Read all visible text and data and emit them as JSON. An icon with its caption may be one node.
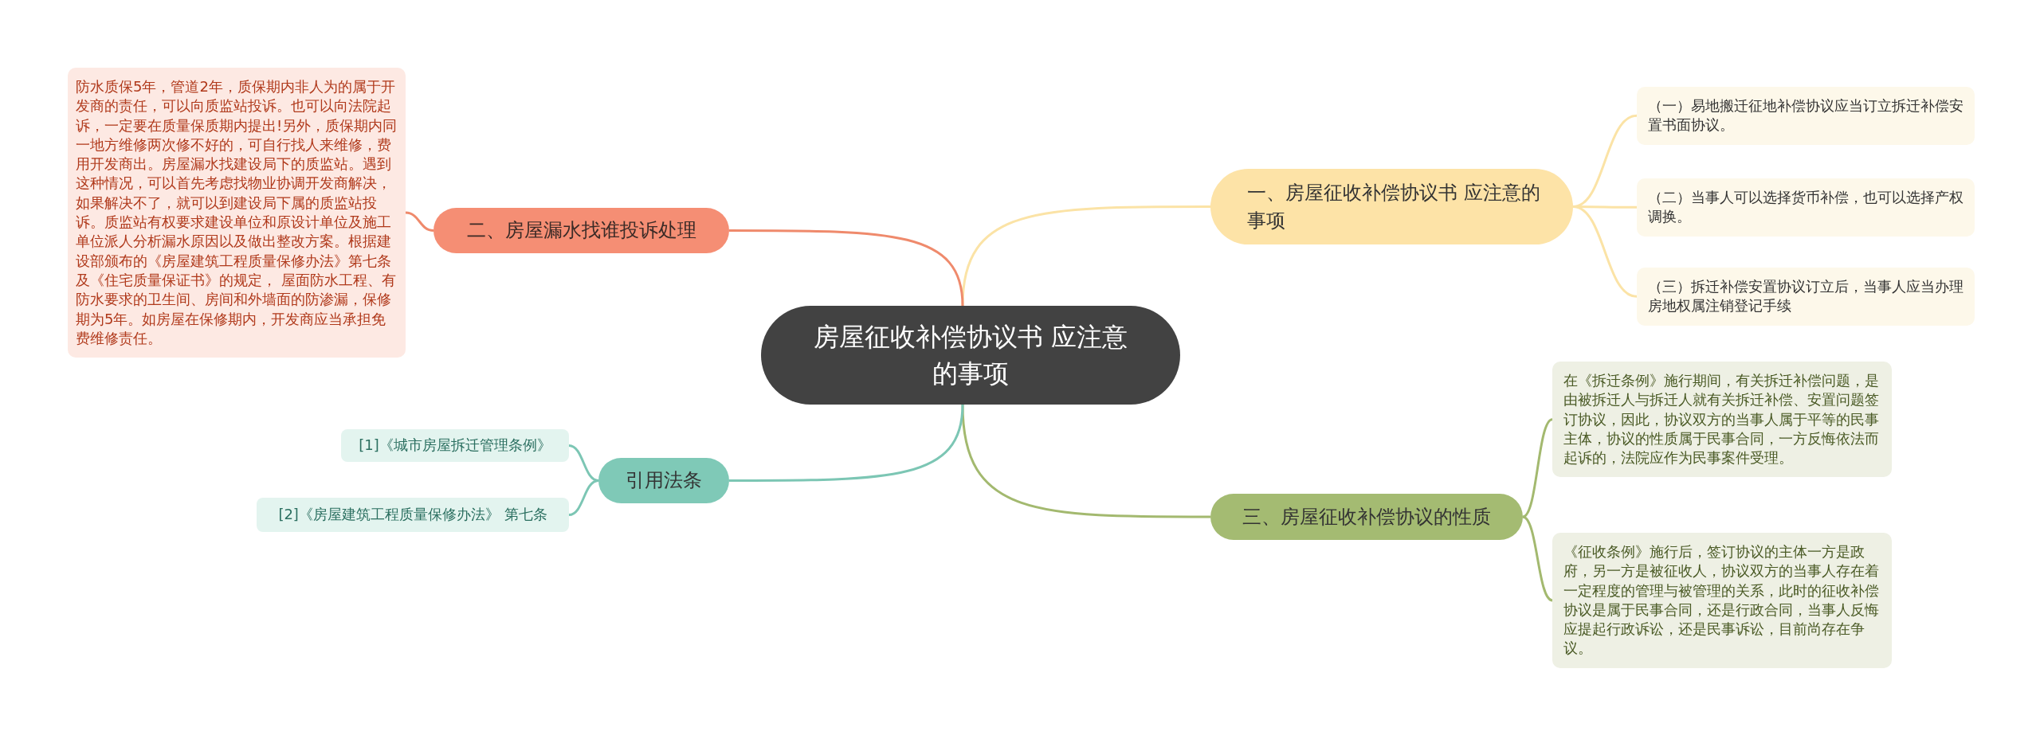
{
  "diagram": {
    "nodes": [
      {
        "text": [
          "房屋征收补偿协议书 应注意的事项"
        ]
      },
      {
        "text": [
          "一、房屋征收补偿协议书 应注意的事项"
        ]
      },
      {
        "text": [
          "（一）易地搬迁征地补偿协议应当订立拆迁补偿安置书面协议。"
        ]
      },
      {
        "text": [
          "（二）当事人可以选择货币补偿，也可以选择产权调换。"
        ]
      },
      {
        "text": [
          "（三）拆迁补偿安置协议订立后，当事人应当办理房地权属注销登记手续"
        ]
      },
      {
        "text": [
          "三、房屋征收补偿协议的性质"
        ]
      },
      {
        "text": [
          "在《拆迁条例》施行期间，有关拆迁补偿问题，是由被拆迁人与拆迁人就有关拆迁补偿、安置问题签订协议，因此，协议双方的当事人属于平等的民事主体，协议的性质属于民事合同，一方反悔依法而起诉的，法院应作为民事案件受理。"
        ]
      },
      {
        "text": [
          "《征收条例》施行后，签订协议的主体一方是政府，另一方是被征收人，协议双方的当事人存在着一定程度的管理与被管理的关系，此时的征收补偿协议是属于民事合同，还是行政合同，当事人反悔应提起行政诉讼，还是民事诉讼，目前尚存在争议。"
        ]
      },
      {
        "text": [
          "二、房屋漏水找谁投诉处理"
        ]
      },
      {
        "text": [
          "防水质保5年，管道2年，质保期内非人为的属于开发商的责任，可以向质监站投诉。也可以向法院起诉，一定要在质量保质期内提出!另外，质保期内同一地方维修两次修不好的，可自行找人来维修，费用开发商出。房屋漏水找建设局下的质监站。遇到这种情况，可以首先考虑找物业协调开发商解决，如果解决不了，就可以到建设局下属的质监站投诉。质监站有权要求建设单位和原设计单位及施工单位派人分析漏水原因以及做出整改方案。根据建设部颁布的《房屋建筑工程质量保修办法》第七条及《住宅质量保证书》的规定， 屋面防水工程、有防水要求的卫生间、房间和外墙面的防渗漏，保修期为5年。如房屋在保修期内，开发商应当承担免费维修责任。"
        ]
      },
      {
        "text": [
          "引用法条"
        ]
      },
      {
        "text": [
          "[1]《城市房屋拆迁管理条例》"
        ]
      },
      {
        "text": [
          "[2]《房屋建筑工程质量保修办法》 第七条"
        ]
      }
    ],
    "edges": [
      {
        "from": 0,
        "to": 1,
        "arrow": "none",
        "color": "#fbe3a6"
      },
      {
        "from": 0,
        "to": 5,
        "arrow": "none",
        "color": "#a3b96f"
      },
      {
        "from": 0,
        "to": 8,
        "arrow": "none",
        "color": "#ef8a6c"
      },
      {
        "from": 0,
        "to": 10,
        "arrow": "none",
        "color": "#7cc6b4"
      },
      {
        "from": 1,
        "to": 2,
        "arrow": "none",
        "color": "#fbe3a6"
      },
      {
        "from": 1,
        "to": 3,
        "arrow": "none",
        "color": "#fbe3a6"
      },
      {
        "from": 1,
        "to": 4,
        "arrow": "none",
        "color": "#fbe3a6"
      },
      {
        "from": 5,
        "to": 6,
        "arrow": "none",
        "color": "#a3b96f"
      },
      {
        "from": 5,
        "to": 7,
        "arrow": "none",
        "color": "#a3b96f"
      },
      {
        "from": 8,
        "to": 9,
        "arrow": "none",
        "color": "#ef8a6c"
      },
      {
        "from": 10,
        "to": 11,
        "arrow": "none",
        "color": "#7cc6b4"
      },
      {
        "from": 10,
        "to": 12,
        "arrow": "none",
        "color": "#7cc6b4"
      }
    ]
  }
}
